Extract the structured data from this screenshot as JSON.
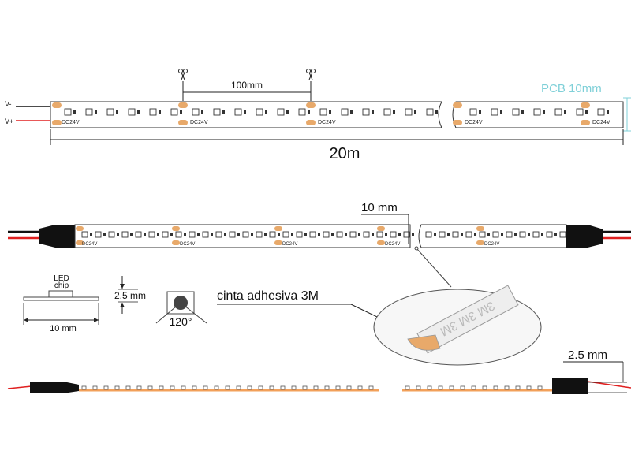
{
  "top_strip": {
    "neg_label": "V-",
    "pos_label": "V+",
    "voltage_mark": "DC24V",
    "cut_spacing_label": "100mm",
    "pcb_label": "PCB 10mm",
    "length_label": "20m"
  },
  "middle_strip": {
    "voltage_mark": "DC24V",
    "gap_label": "10 mm"
  },
  "details": {
    "chip_label_line1": "LED",
    "chip_label_line2": "chip",
    "height_label": "2,5 mm",
    "width_label": "10 mm",
    "angle_label": "120°",
    "tape_label": "cinta adhesiva 3M",
    "tape_print": "3M 3M 3M"
  },
  "side_strip": {
    "thickness_label": "2.5 mm"
  },
  "colors": {
    "pad": "#e8a96a",
    "pcb_edge": "#f2a05a",
    "wire_red": "#e02020",
    "wire_black": "#111111",
    "pcb_dim": "#7fd0d8",
    "connector": "#111111"
  }
}
